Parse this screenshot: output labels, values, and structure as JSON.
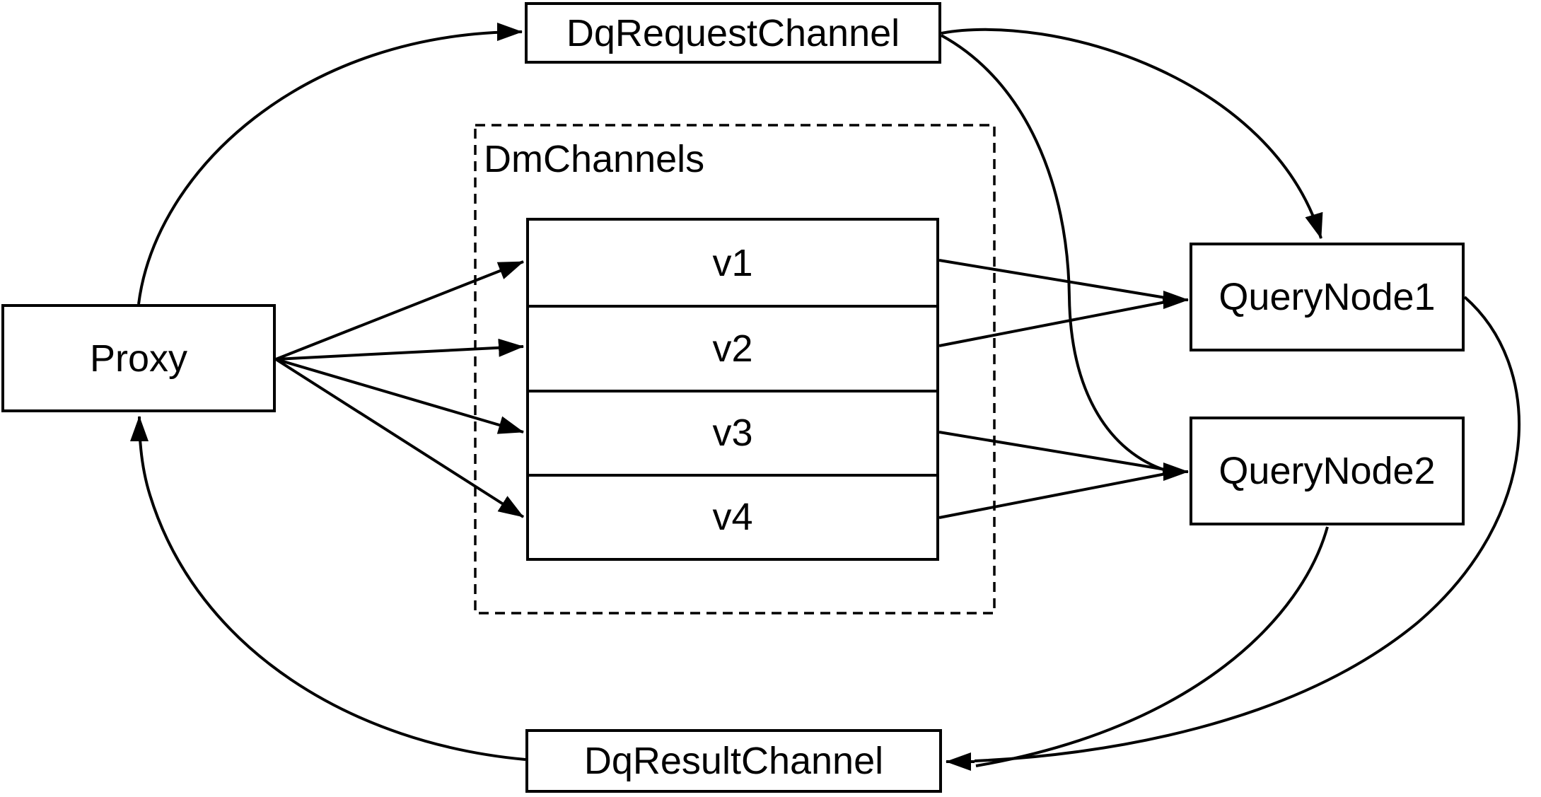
{
  "diagram": {
    "background_color": "#ffffff",
    "stroke_color": "#000000",
    "nodes": {
      "dq_request_channel": {
        "label": "DqRequestChannel"
      },
      "proxy": {
        "label": "Proxy"
      },
      "dm_channels": {
        "label": "DmChannels",
        "channels": [
          "v1",
          "v2",
          "v3",
          "v4"
        ]
      },
      "query_node_1": {
        "label": "QueryNode1"
      },
      "query_node_2": {
        "label": "QueryNode2"
      },
      "dq_result_channel": {
        "label": "DqResultChannel"
      }
    },
    "edges": [
      {
        "from": "Proxy",
        "to": "DqRequestChannel"
      },
      {
        "from": "Proxy",
        "to": "v1"
      },
      {
        "from": "Proxy",
        "to": "v2"
      },
      {
        "from": "Proxy",
        "to": "v3"
      },
      {
        "from": "Proxy",
        "to": "v4"
      },
      {
        "from": "v1",
        "to": "QueryNode1"
      },
      {
        "from": "v2",
        "to": "QueryNode1"
      },
      {
        "from": "v3",
        "to": "QueryNode2"
      },
      {
        "from": "v4",
        "to": "QueryNode2"
      },
      {
        "from": "DqRequestChannel",
        "to": "QueryNode1"
      },
      {
        "from": "DqRequestChannel",
        "to": "QueryNode2"
      },
      {
        "from": "QueryNode1",
        "to": "DqResultChannel"
      },
      {
        "from": "QueryNode2",
        "to": "DqResultChannel"
      },
      {
        "from": "DqResultChannel",
        "to": "Proxy"
      }
    ]
  }
}
